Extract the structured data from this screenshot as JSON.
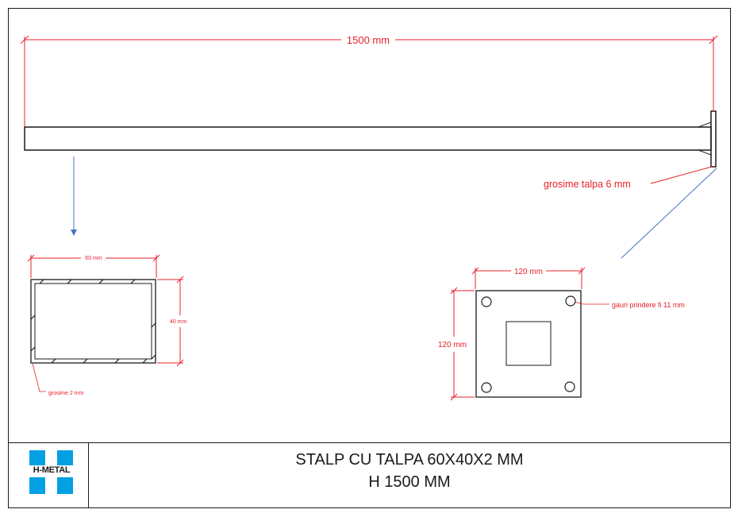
{
  "dimensions": {
    "overall_length": "1500 mm",
    "plate_thickness": "grosime talpa 6 mm",
    "profile_width": "60 mm",
    "profile_height": "40 mm",
    "wall_thickness": "grosime 2 mm",
    "plate_width": "120 mm",
    "plate_height": "120 mm",
    "mounting_holes": "gauri prindere fi 11 mm"
  },
  "title_block": {
    "line1": "STALP CU TALPA 60X40X2 MM",
    "line2": "H 1500 MM",
    "logo_text": "H-METAL"
  },
  "colors": {
    "dimension": "#e8202a",
    "outline": "#1a1a1a",
    "arrow": "#4472c4",
    "logo_blue": "#00a0e3"
  }
}
